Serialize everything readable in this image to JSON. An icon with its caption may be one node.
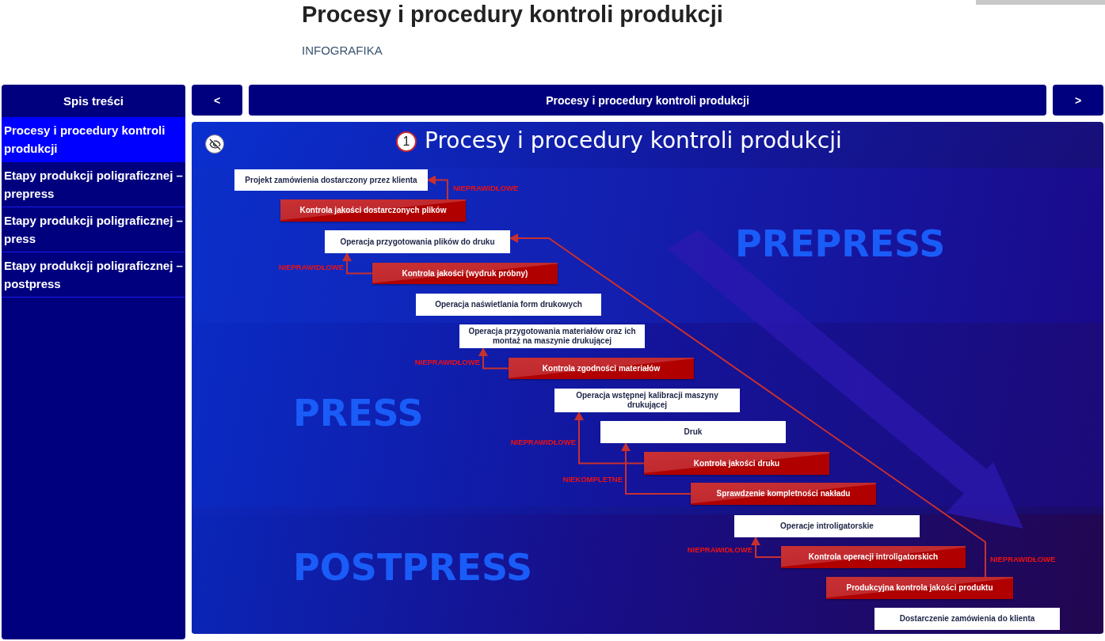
{
  "diagram": {
    "title": "Procesy i procedury kontroli produkcji",
    "nodes": [
      {
        "text": [
          "PREPRESS"
        ]
      },
      {
        "text": [
          "Projekt zamówienia dostarczony przez klienta"
        ],
        "in": 0
      },
      {
        "text": [
          "Kontrola jakości dostarczonych plików"
        ],
        "in": 0
      },
      {
        "text": [
          "Operacja przygotowania plików do druku"
        ],
        "in": 0
      },
      {
        "text": [
          "Kontrola jakości (wydruk próbny)"
        ],
        "in": 0
      },
      {
        "text": [
          "Operacja naświetlania form drukowych"
        ],
        "in": 0
      },
      {
        "text": [
          "PRESS"
        ]
      },
      {
        "text": [
          "Operacja przygotowania materiałów oraz ich montaż na maszynie drukującej"
        ],
        "in": 6
      },
      {
        "text": [
          "Kontrola zgodności materiałów"
        ],
        "in": 6
      },
      {
        "text": [
          "Operacja wstępnej kalibracji maszyny drukującej"
        ],
        "in": 6
      },
      {
        "text": [
          "Druk"
        ],
        "in": 6
      },
      {
        "text": [
          "Kontrola jakości druku"
        ],
        "in": 6
      },
      {
        "text": [
          "Sprawdzenie kompletności nakładu"
        ],
        "in": 6
      },
      {
        "text": [
          "POSTPRESS"
        ]
      },
      {
        "text": [
          "Operacje introligatorskie"
        ],
        "in": 13
      },
      {
        "text": [
          "Kontrola operacji introligatorskich"
        ],
        "in": 13
      },
      {
        "text": [
          "Produkcyjna kontrola jakości produktu"
        ],
        "in": 13
      },
      {
        "text": [
          "Dostarczenie zamówienia do klienta"
        ],
        "in": 13
      }
    ],
    "edges": [
      {
        "from": 2,
        "to": 1,
        "arrow": "to",
        "label": "NIEPRAWIDŁOWE"
      },
      {
        "from": 4,
        "to": 3,
        "arrow": "to",
        "label": "NIEPRAWIDŁOWE"
      },
      {
        "from": 8,
        "to": 7,
        "arrow": "to",
        "label": "NIEPRAWIDŁOWE"
      },
      {
        "from": 11,
        "to": 9,
        "arrow": "to",
        "label": "NIEPRAWIDŁOWE"
      },
      {
        "from": 12,
        "to": 10,
        "arrow": "to",
        "label": "NIEKOMPLETNE"
      },
      {
        "from": 15,
        "to": 14,
        "arrow": "to",
        "label": "NIEPRAWIDŁOWE"
      },
      {
        "from": 16,
        "to": 3,
        "arrow": "to",
        "label": "NIEPRAWIDŁOWE"
      }
    ],
    "labels": [
      "INFOGRAFIKA",
      "Spis treści",
      "Procesy i procedury kontroli produkcji",
      "Etapy produkcji poligraficznej – prepress",
      "Etapy produkcji poligraficznej – press",
      "Etapy produkcji poligraficznej – postpress",
      "<",
      "Procesy i procedury kontroli produkcji",
      ">",
      "1",
      "Procesy i procedury kontroli produkcji"
    ]
  }
}
